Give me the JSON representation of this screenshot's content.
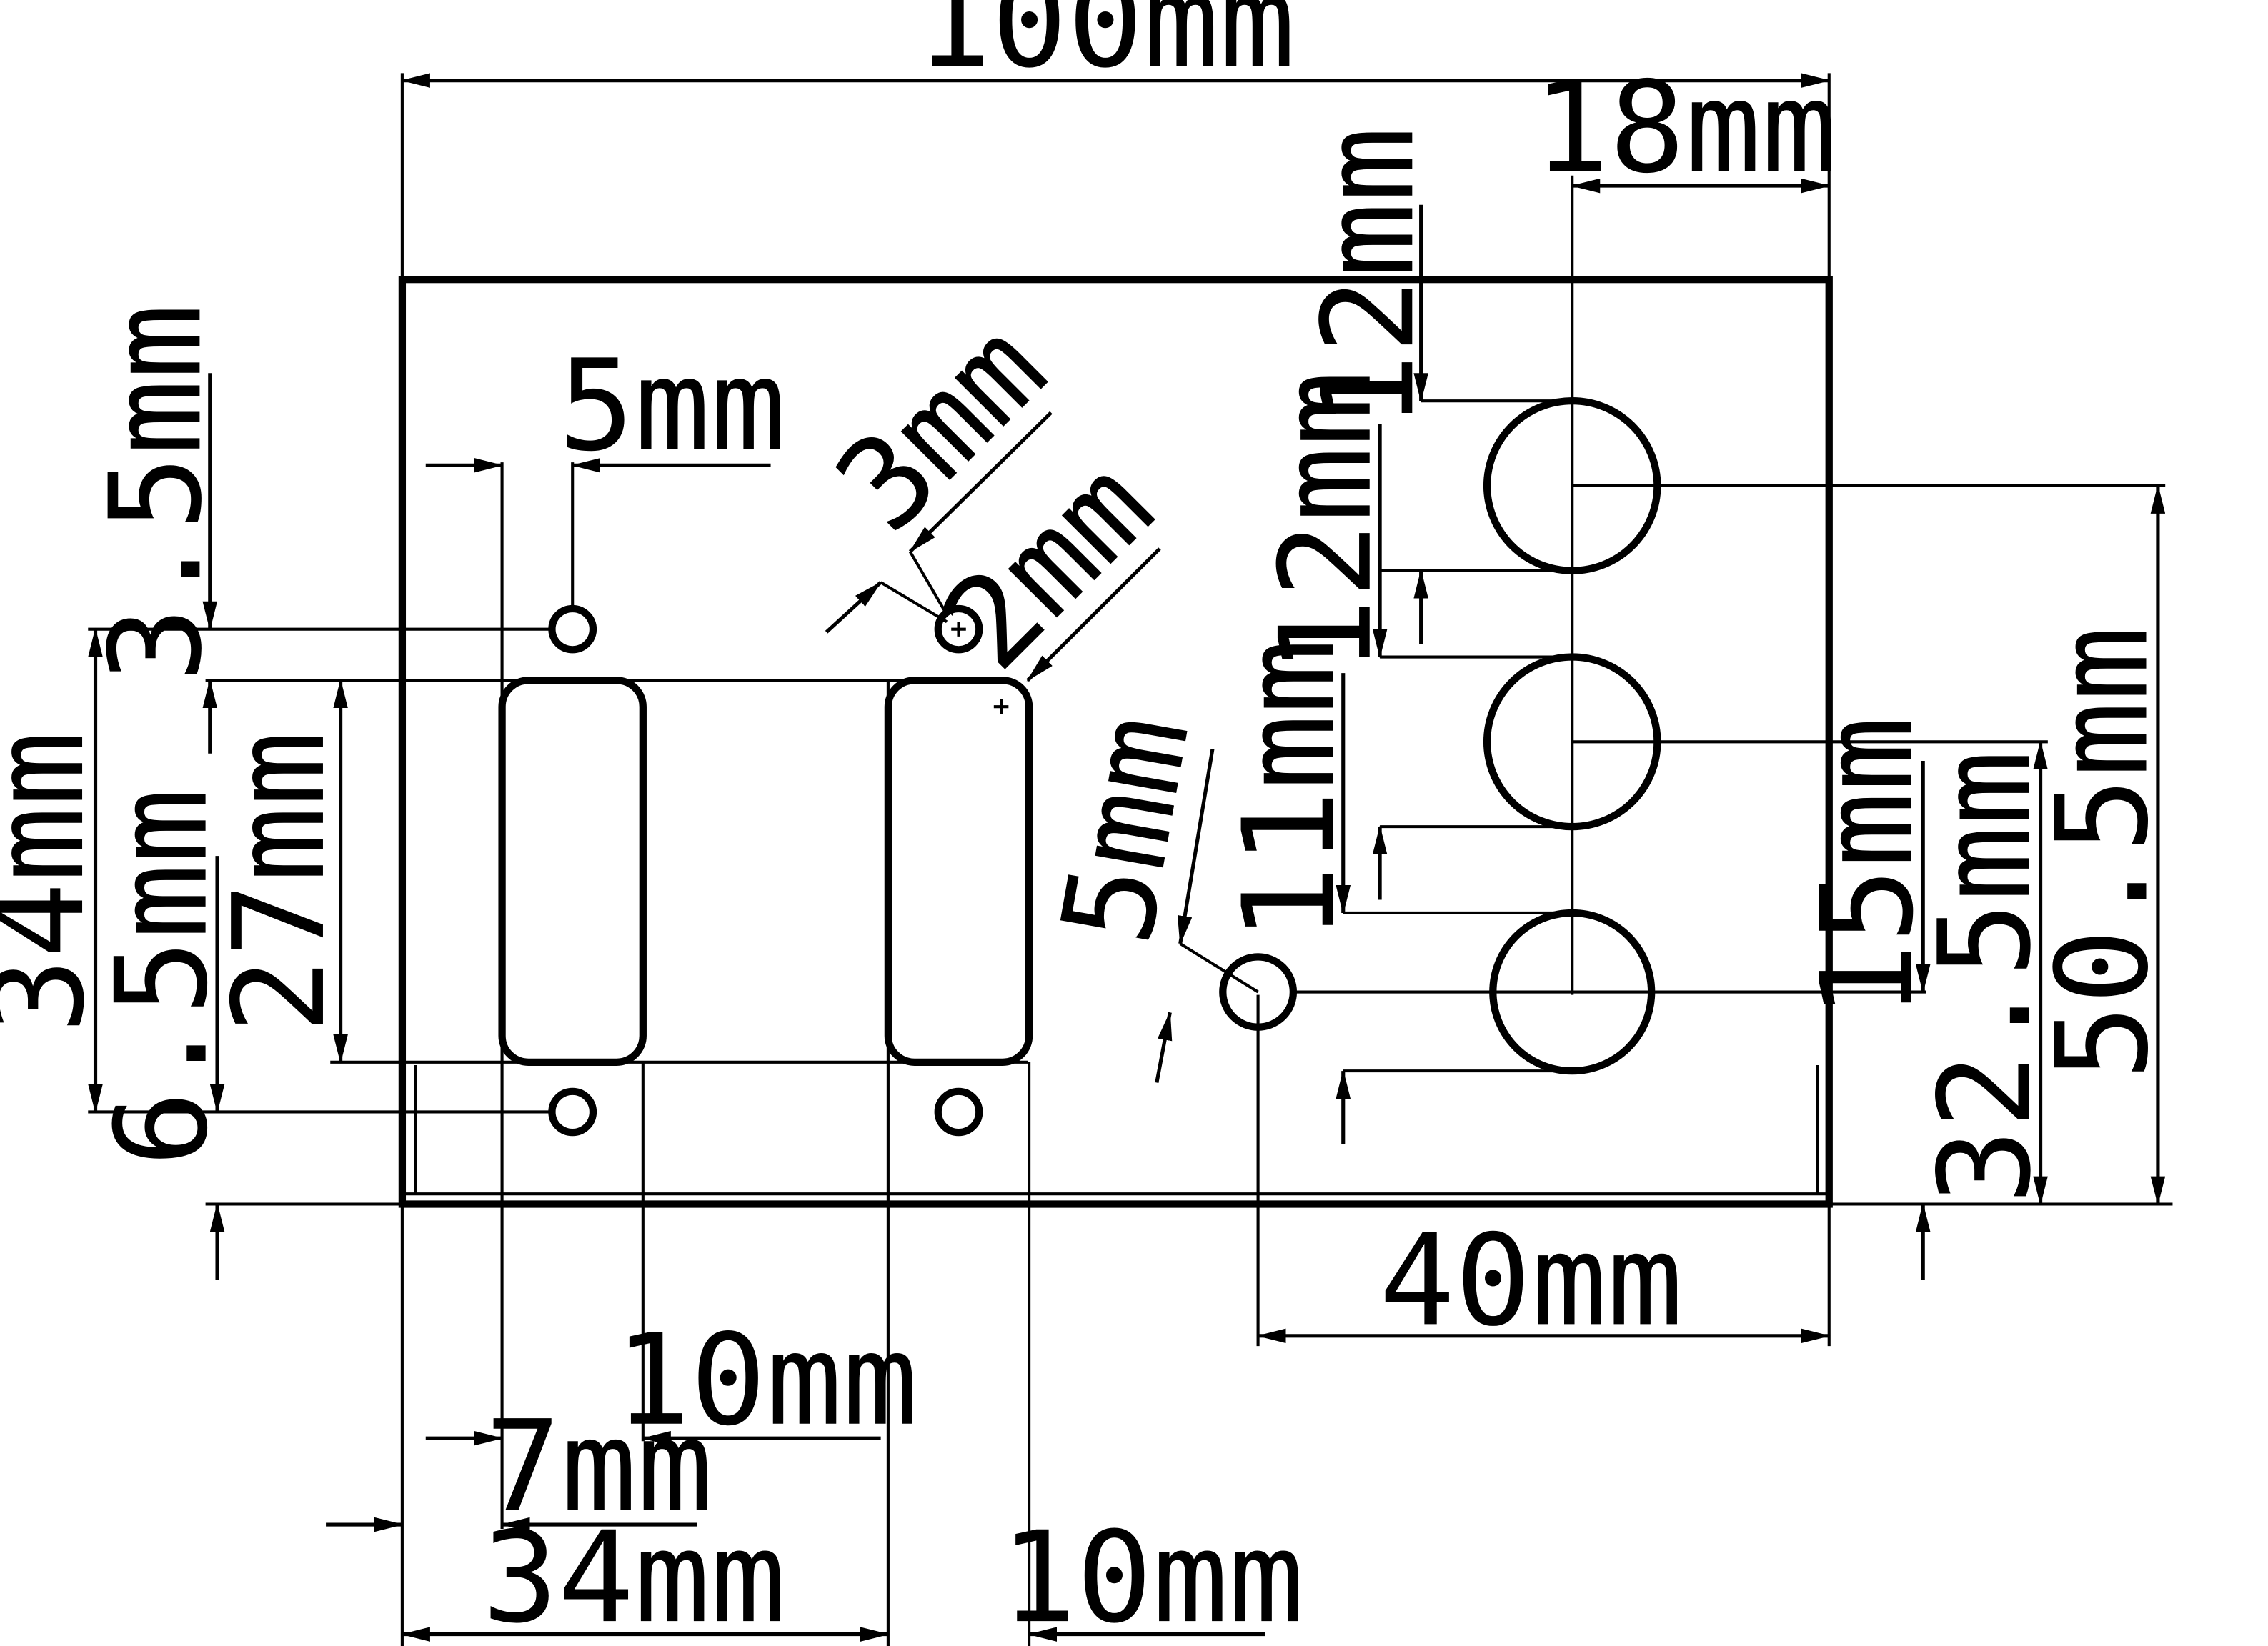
{
  "labels": {
    "panel_width": "100mm",
    "jack_inset": "18mm",
    "jack_top_gap": "12mm",
    "jack_spacing": "12mm",
    "jack_lower_gap": "11mm",
    "led_center_height": "15mm",
    "jack_mid_height": "32.5mm",
    "jack_top_height": "50.5mm",
    "led_to_edge": "40mm",
    "led_diameter": "5mm",
    "screw_hole_diameter": "3mm",
    "corner_radius": "2mm",
    "screw_hole_offset": "5mm",
    "screw_spacing": "34mm",
    "top_screw_gap": "3.5mm",
    "slot_height": "27mm",
    "slot_bottom_height": "6.5mm",
    "slot_gap": "10mm",
    "slot_left_offset": "7mm",
    "slot_pitch": "34mm",
    "slot_width": "10mm"
  },
  "colors": {
    "line": "#000000",
    "background": "#ffffff"
  }
}
